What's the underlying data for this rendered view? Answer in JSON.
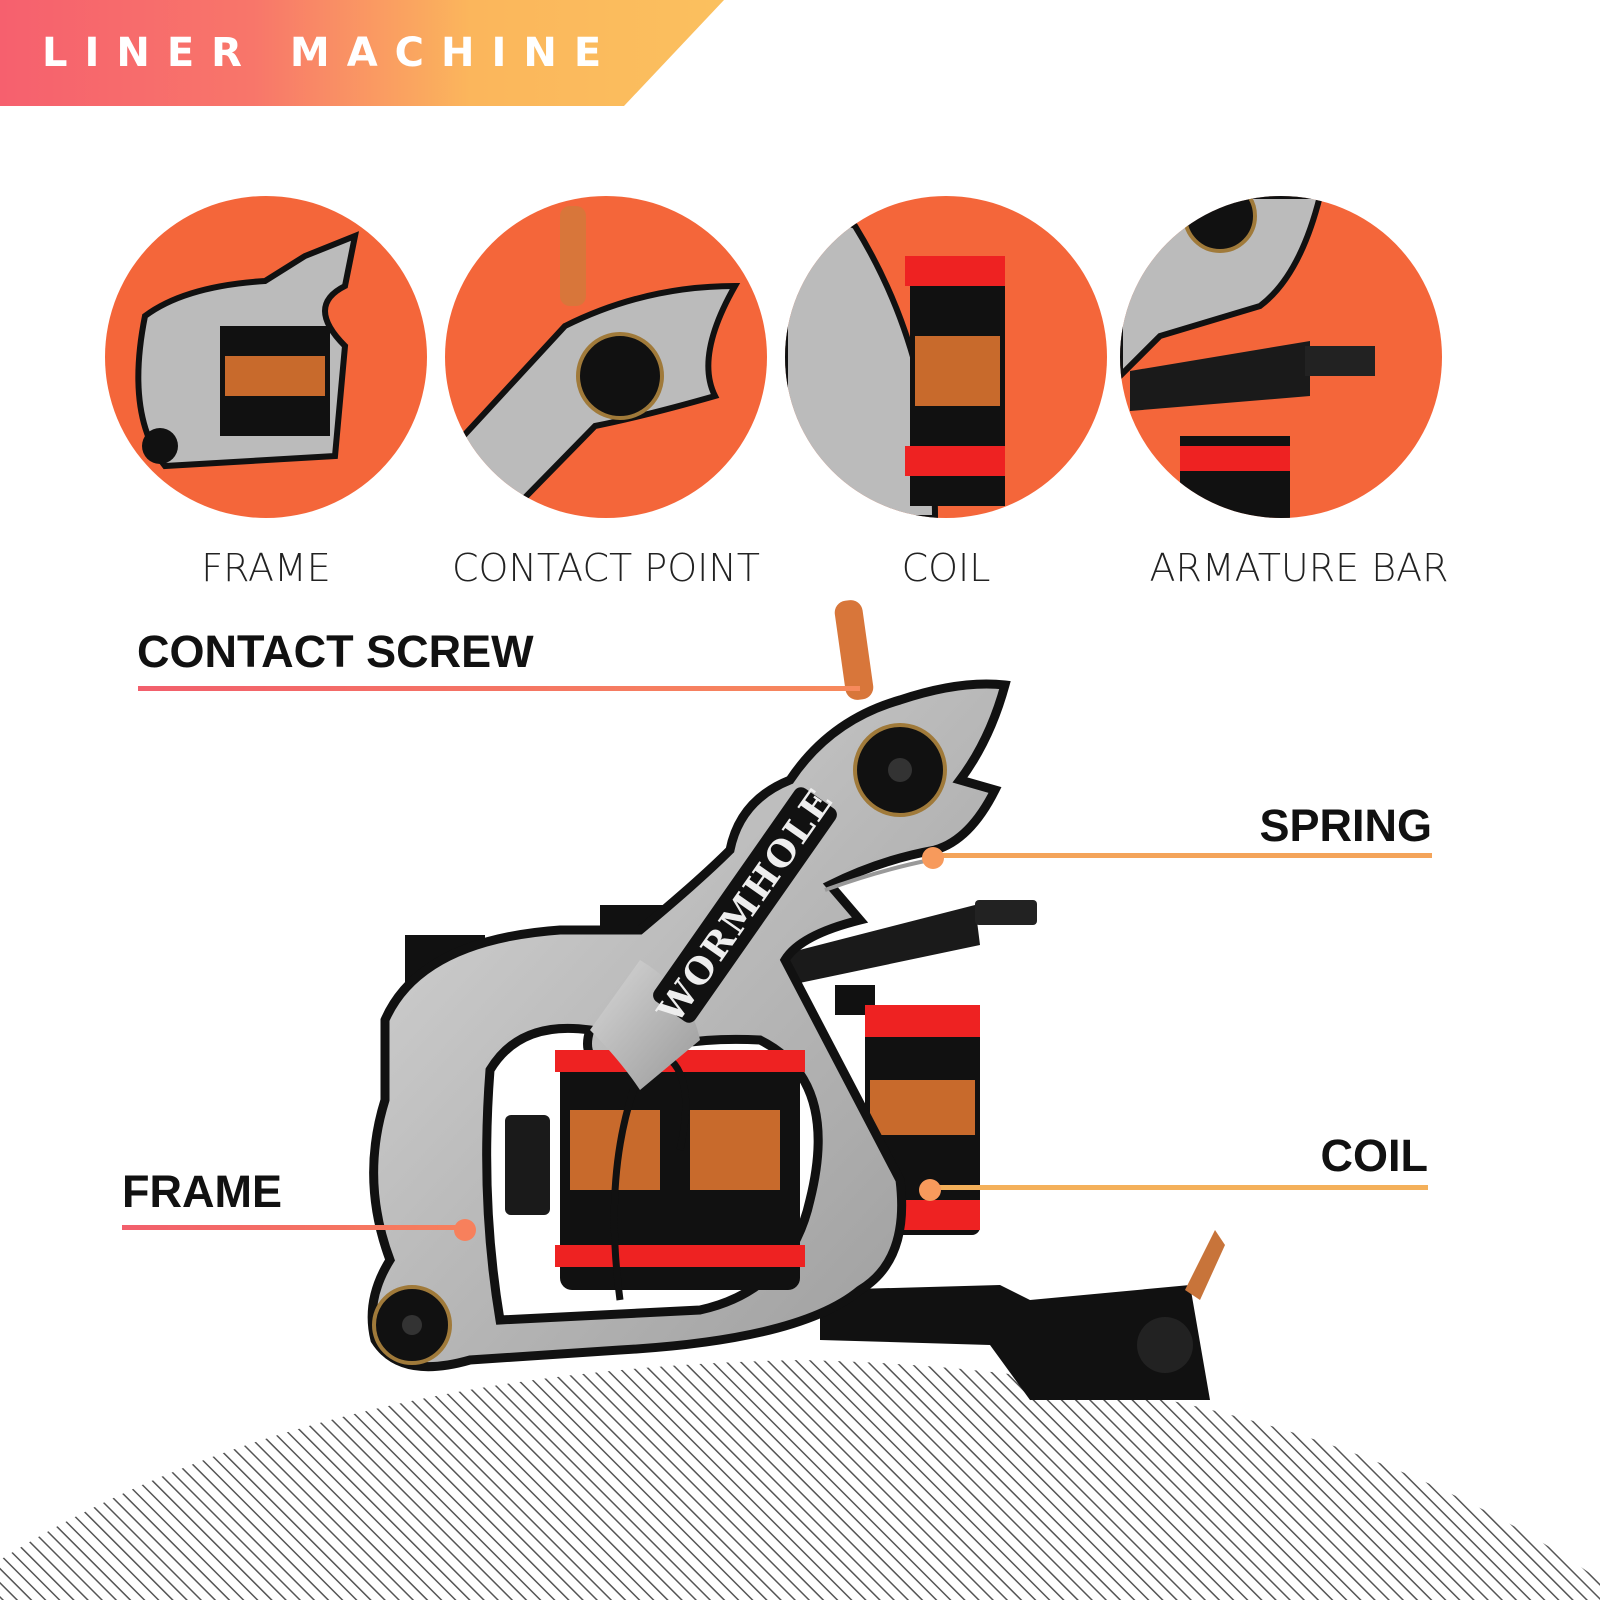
{
  "banner": {
    "title": "LINER MACHINE"
  },
  "details": [
    {
      "label": "FRAME"
    },
    {
      "label": "CONTACT POINT"
    },
    {
      "label": "COIL"
    },
    {
      "label": "ARMATURE BAR"
    }
  ],
  "callouts": {
    "contact_screw": "CONTACT SCREW",
    "spring": "SPRING",
    "coil": "COIL",
    "frame": "FRAME"
  },
  "brand_logo": "WORMHOLE",
  "colors": {
    "accent_red": "#f25f6c",
    "accent_orange": "#f9b45a",
    "circle_bg": "#f4663a"
  }
}
